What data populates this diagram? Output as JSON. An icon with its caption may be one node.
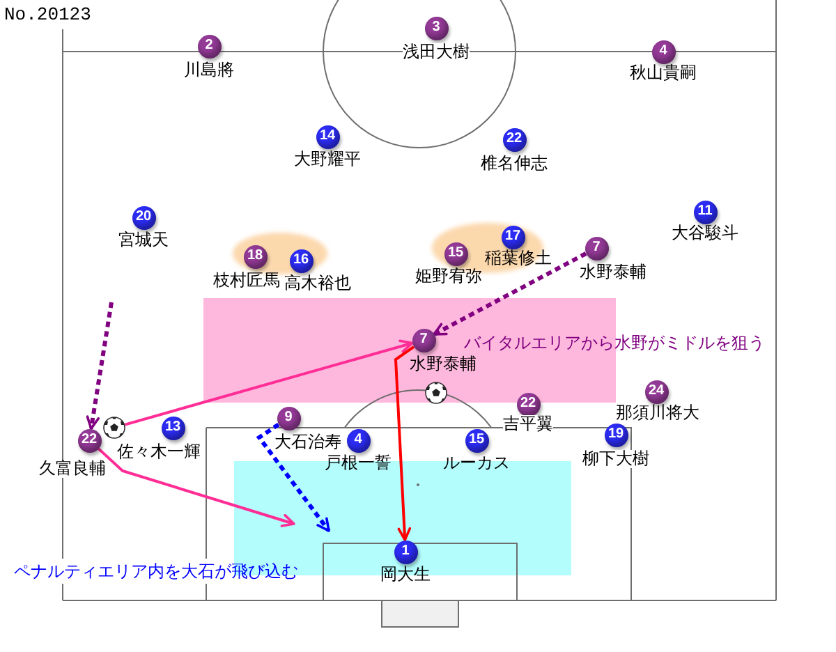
{
  "diagram": {
    "nodes": [
      {
        "text": [
          "2"
        ],
        "beside": [
          "川島將"
        ]
      },
      {
        "text": [
          "3"
        ],
        "beside": [
          "浅田大樹"
        ]
      },
      {
        "text": [
          "4"
        ],
        "beside": [
          "秋山貴嗣"
        ]
      },
      {
        "text": [
          "14"
        ],
        "beside": [
          "大野耀平"
        ]
      },
      {
        "text": [
          "22"
        ],
        "beside": [
          "椎名伸志"
        ]
      },
      {
        "text": [
          "20"
        ],
        "beside": [
          "宮城天"
        ]
      },
      {
        "text": [
          "11"
        ],
        "beside": [
          "大谷駿斗"
        ]
      },
      {
        "text": [
          "18"
        ],
        "beside": [
          "枝村匠馬"
        ]
      },
      {
        "text": [
          "16"
        ],
        "beside": [
          "高木裕也"
        ]
      },
      {
        "text": [
          "15"
        ],
        "beside": [
          "姫野宥弥"
        ]
      },
      {
        "text": [
          "17"
        ],
        "beside": [
          "稲葉修土"
        ]
      },
      {
        "text": [
          "7"
        ],
        "beside": [
          "水野泰輔"
        ]
      },
      {
        "text": [
          "7"
        ],
        "beside": [
          "水野泰輔"
        ]
      },
      {
        "text": [
          "22"
        ],
        "beside": [
          "久富良輔"
        ]
      },
      {
        "text": [],
        "shape": "picture"
      },
      {
        "text": [
          "13"
        ],
        "beside": [
          "佐々木一輝"
        ]
      },
      {
        "text": [
          "9"
        ],
        "beside": [
          "大石治寿"
        ]
      },
      {
        "text": [
          "4"
        ],
        "beside": [
          "戸根一誓"
        ]
      },
      {
        "text": [
          "22"
        ],
        "beside": [
          "吉平翼"
        ]
      },
      {
        "text": [
          "24"
        ],
        "beside": [
          "那須川将大"
        ]
      },
      {
        "text": [
          "15"
        ],
        "beside": [
          "ルーカス"
        ]
      },
      {
        "text": [
          "19"
        ],
        "beside": [
          "柳下大樹"
        ]
      },
      {
        "text": [
          "1"
        ],
        "beside": [
          "岡大生"
        ]
      }
    ],
    "edges": [
      {
        "from": 14,
        "to": 12,
        "arrow": "to",
        "color": "#ff2d95"
      },
      {
        "from": 13,
        "to": null,
        "arrow": "to",
        "color": "#ff2d95"
      },
      {
        "from": 12,
        "to": 22,
        "arrow": "to",
        "color": "#ff0000"
      },
      {
        "from": 11,
        "to": 12,
        "arrow": "to",
        "style": "dashed",
        "color": "#800080"
      },
      {
        "from": null,
        "to": 13,
        "arrow": "to",
        "style": "dashed",
        "color": "#800080"
      },
      {
        "from": 16,
        "to": null,
        "arrow": "to",
        "style": "dashed",
        "color": "#0000ff"
      }
    ],
    "labels": [
      "No.20123",
      "バイタルエリアから水野がミドルを狙う",
      "ペナルティエリア内を大石が飛び込む"
    ]
  }
}
